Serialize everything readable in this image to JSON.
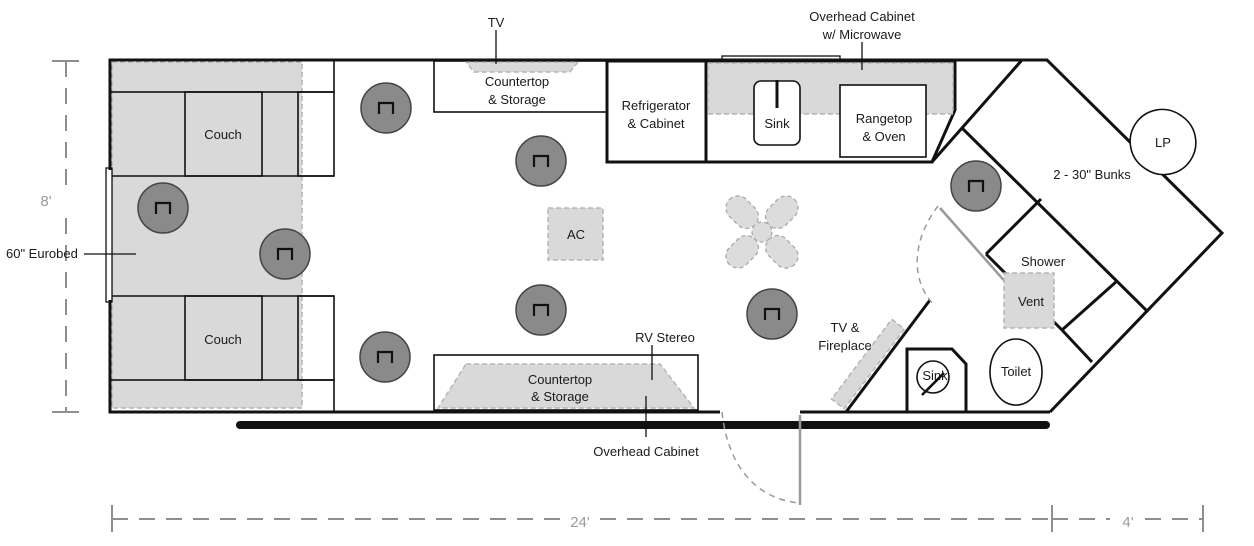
{
  "colors": {
    "wall": "#111111",
    "shading": "#d9d9d9",
    "seat": "#8a8a8a",
    "dimension": "#9a9a9a"
  },
  "labels": {
    "tv_top": "TV",
    "overhead_cabinet_microwave_line1": "Overhead Cabinet",
    "overhead_cabinet_microwave_line2": "w/ Microwave",
    "countertop_top_line1": "Countertop",
    "countertop_top_line2": "& Storage",
    "refrigerator_line1": "Refrigerator",
    "refrigerator_line2": "& Cabinet",
    "sink_kitchen": "Sink",
    "rangetop_line1": "Rangetop",
    "rangetop_line2": "& Oven",
    "couch_top": "Couch",
    "couch_bottom": "Couch",
    "eurobed": "60\" Eurobed",
    "ac": "AC",
    "bunks": "2 - 30\" Bunks",
    "lp": "LP",
    "shower": "Shower",
    "vent": "Vent",
    "rv_stereo": "RV Stereo",
    "countertop_bottom_line1": "Countertop",
    "countertop_bottom_line2": "& Storage",
    "overhead_cabinet_bottom": "Overhead Cabinet",
    "tv_fireplace_line1": "TV &",
    "tv_fireplace_line2": "Fireplace",
    "sink_bath": "Sink",
    "toilet": "Toilet"
  },
  "dimensions": {
    "height": "8'",
    "length_main": "24'",
    "length_nose": "4'"
  }
}
